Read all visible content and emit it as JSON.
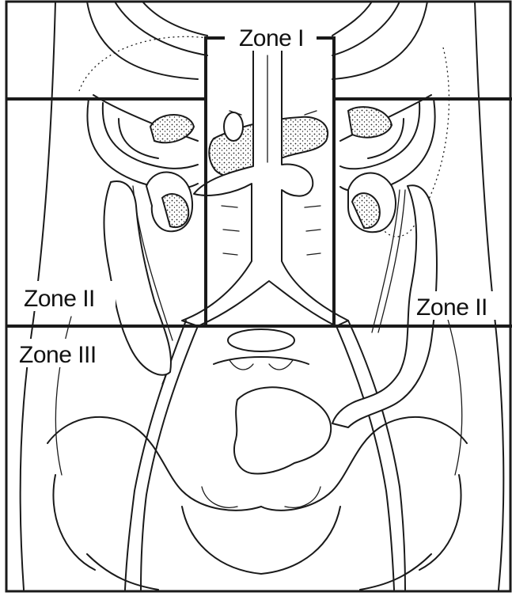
{
  "diagram": {
    "zone_labels": {
      "zone1": "Zone I",
      "zone2_left": "Zone II",
      "zone2_right": "Zone II",
      "zone3": "Zone III"
    },
    "colors": {
      "ink": "#1a1a1a",
      "background": "#ffffff"
    }
  }
}
